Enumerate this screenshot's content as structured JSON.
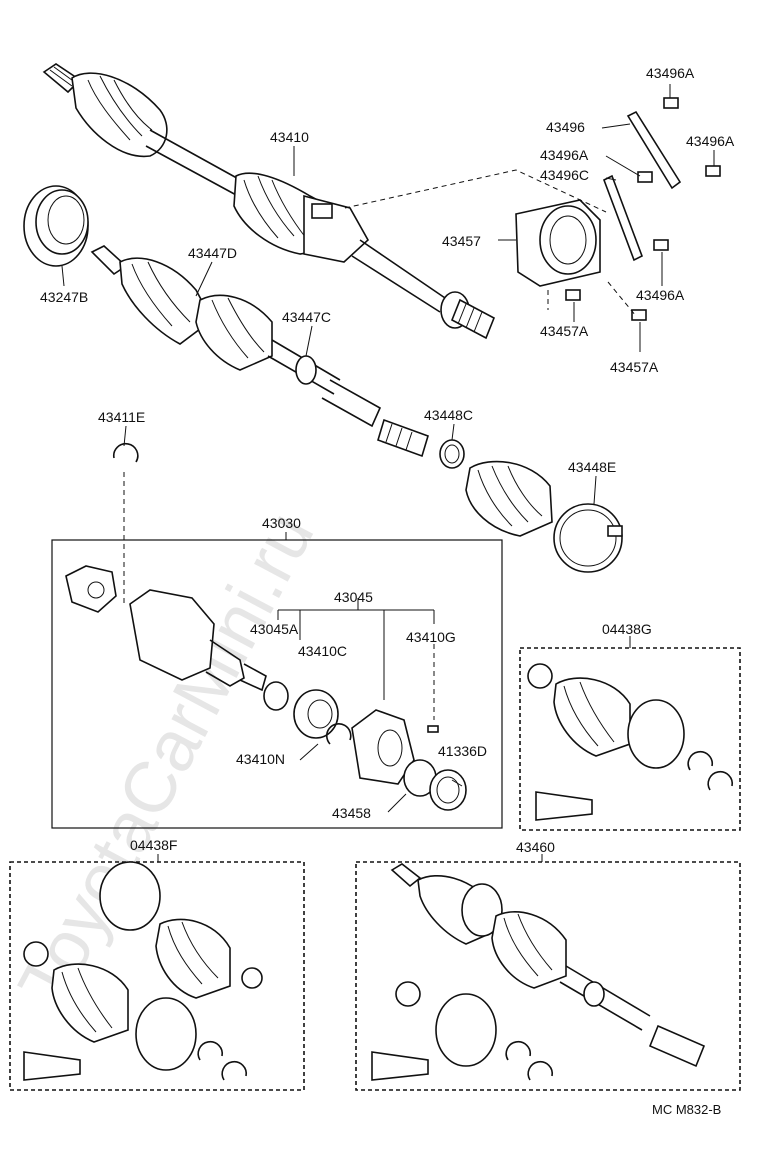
{
  "watermark": "ToyotaCarMini.ru",
  "diagram_code": "MC M832-B",
  "callouts": {
    "p43496A_1": "43496A",
    "p43496": "43496",
    "p43496A_2": "43496A",
    "p43496A_3": "43496A",
    "p43496C": "43496C",
    "p43410": "43410",
    "p43457": "43457",
    "p43496A_4": "43496A",
    "p43457A_1": "43457A",
    "p43457A_2": "43457A",
    "p43247B": "43247B",
    "p43447D": "43447D",
    "p43447C": "43447C",
    "p43411E": "43411E",
    "p43448C": "43448C",
    "p43448E": "43448E",
    "p43030": "43030",
    "p43045": "43045",
    "p43045A": "43045A",
    "p43410G": "43410G",
    "p43410C": "43410C",
    "p43410N": "43410N",
    "p41336D": "41336D",
    "p43458": "43458",
    "p04438G": "04438G",
    "p04438F": "04438F",
    "p43460": "43460"
  }
}
